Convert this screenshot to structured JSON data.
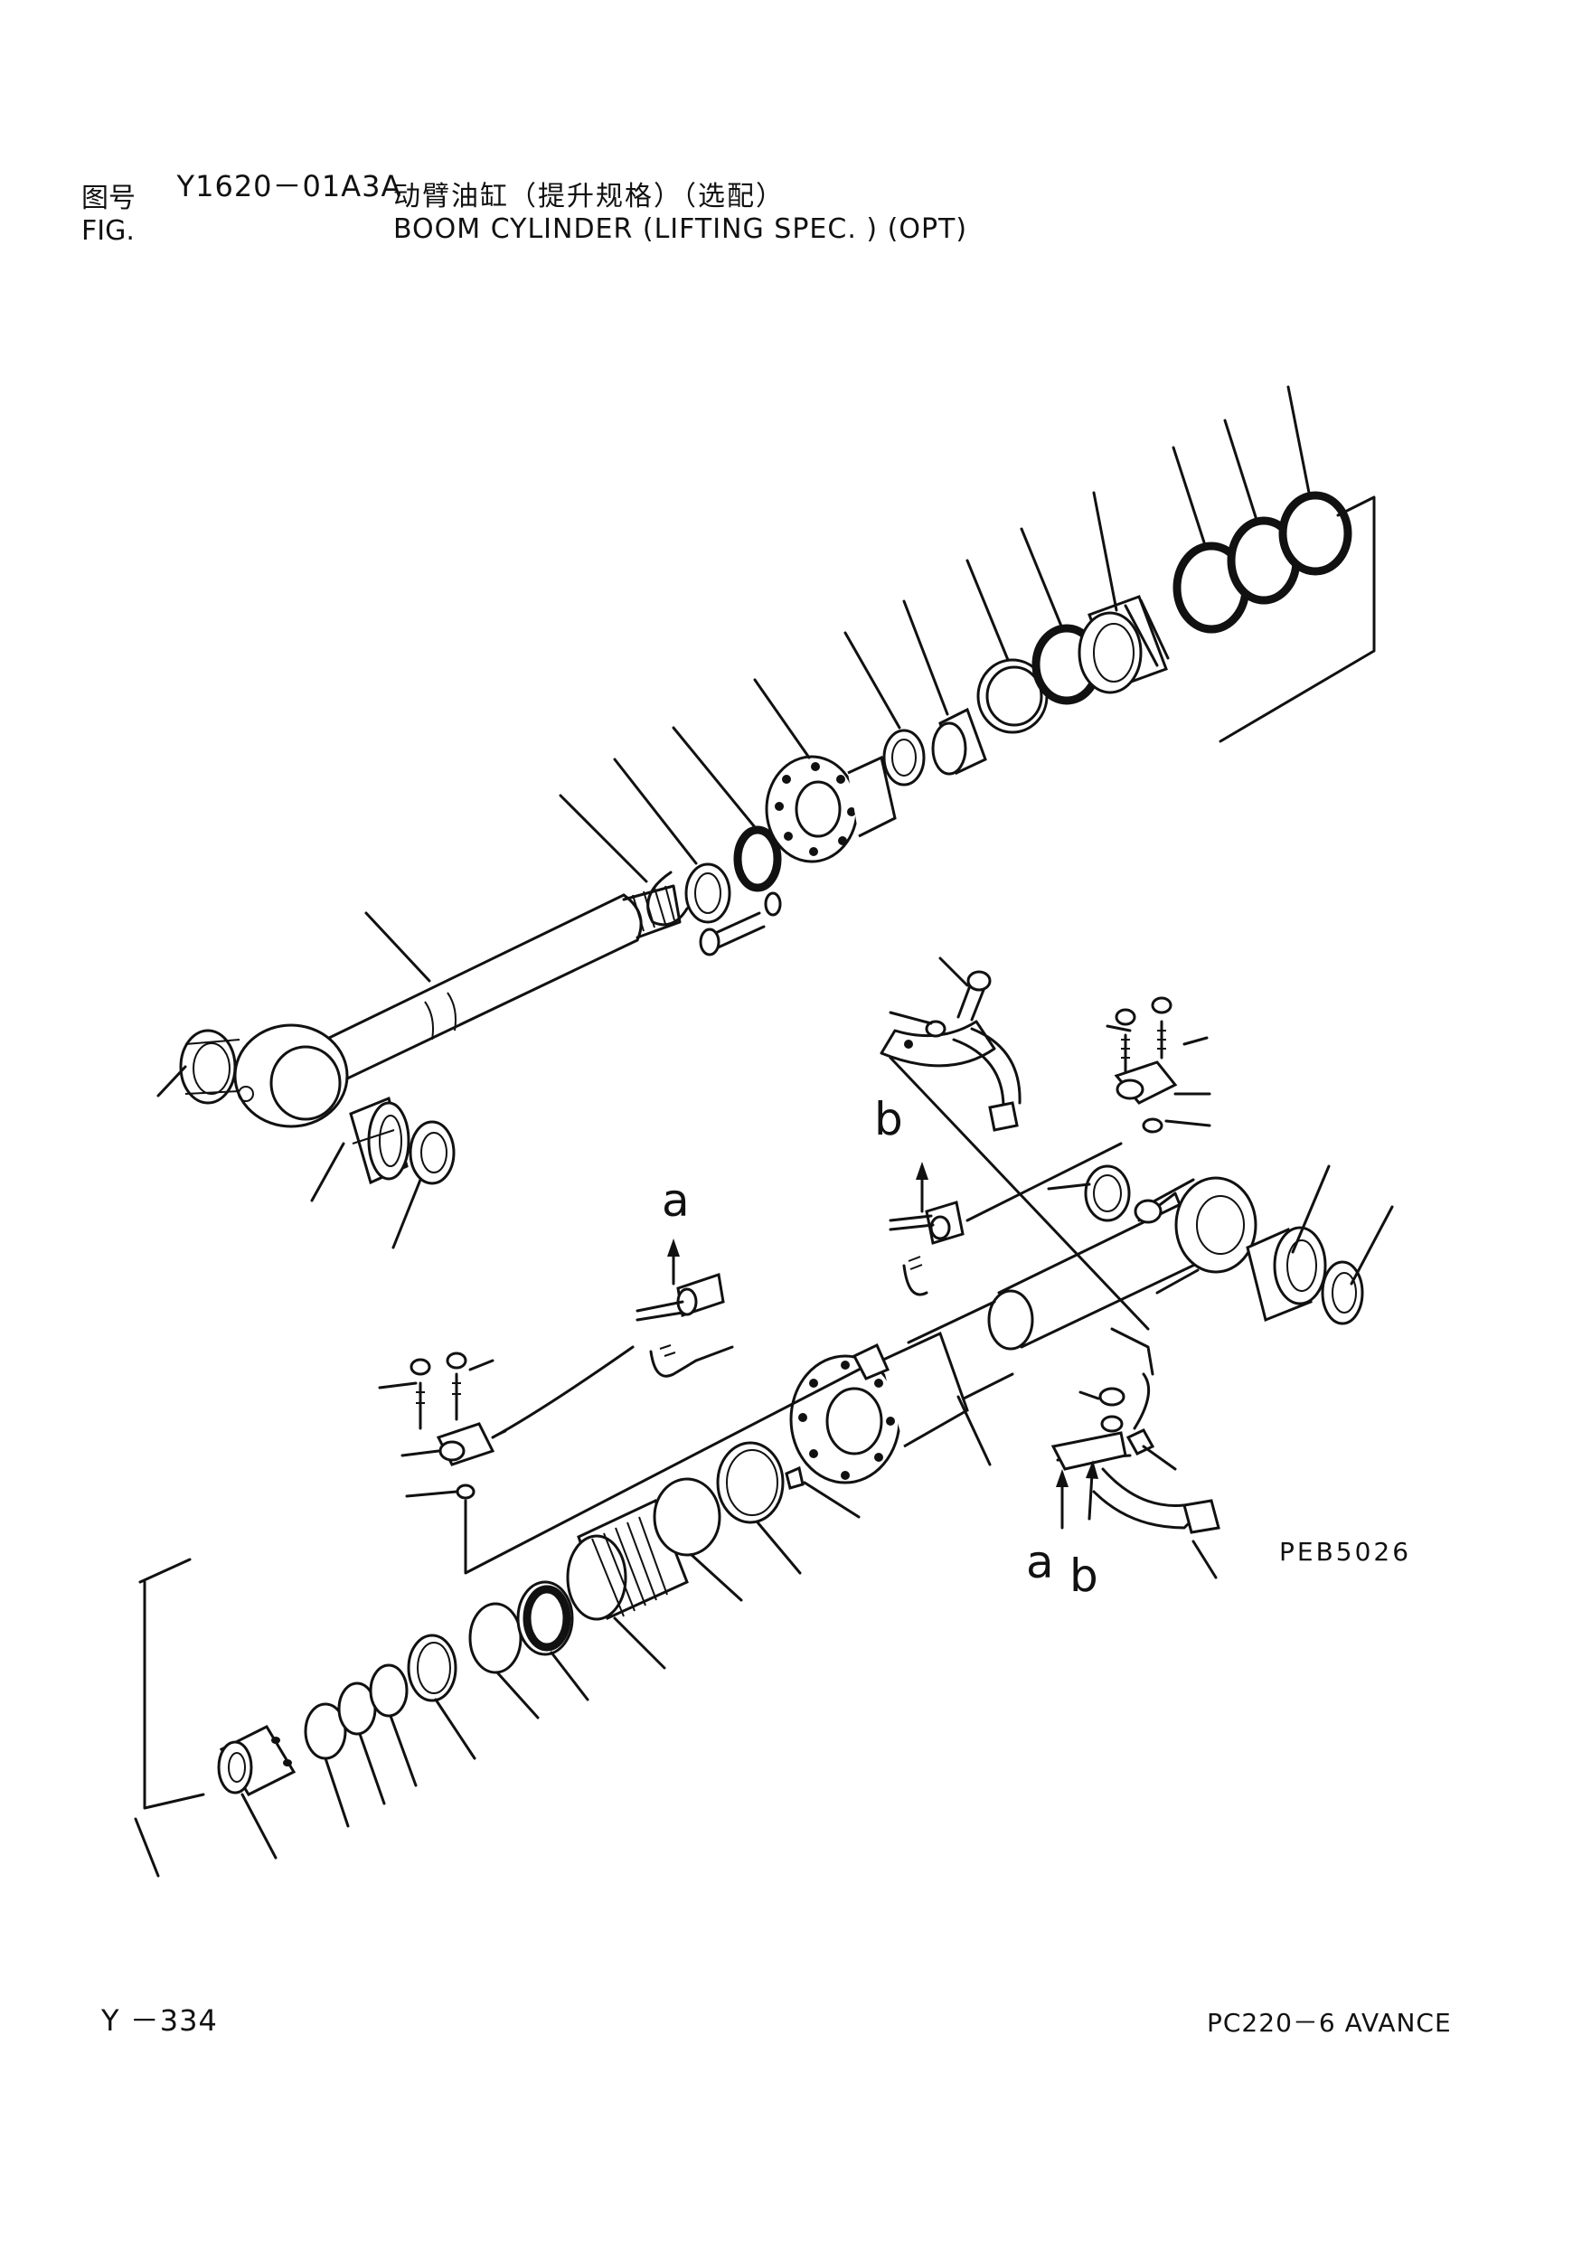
{
  "header": {
    "fig_label_cn": "图号",
    "fig_label_en": "FIG.",
    "fig_number": "Y1620－01A3A",
    "title_cn": "动臂油缸（提升规格）（选配）",
    "title_en": "BOOM CYLINDER (LIFTING SPEC. ) (OPT)"
  },
  "diagram": {
    "markers": [
      "a",
      "b",
      "a",
      "b"
    ],
    "drawing_code": "PEB5026"
  },
  "footer": {
    "page": "Y －334",
    "model": "PC220－6 AVANCE"
  }
}
